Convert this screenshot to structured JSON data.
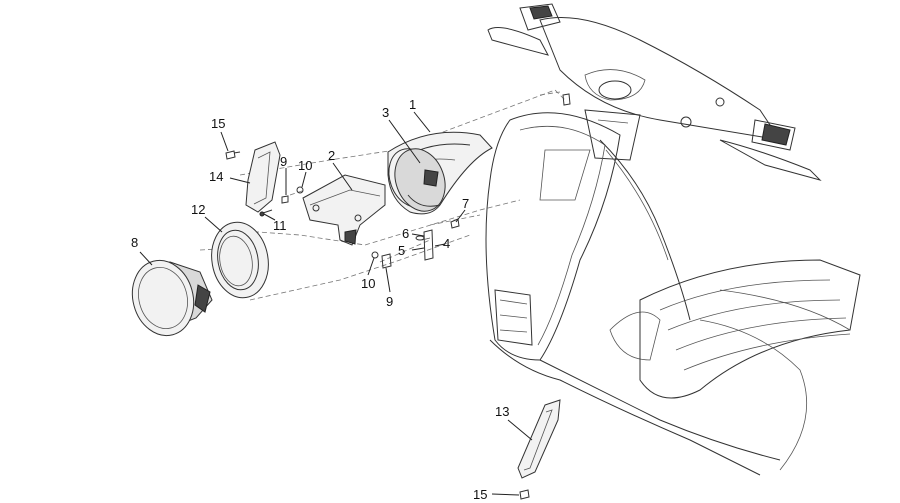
{
  "diagram": {
    "callouts": [
      {
        "id": "c1",
        "text": "1"
      },
      {
        "id": "c2",
        "text": "2"
      },
      {
        "id": "c3",
        "text": "3"
      },
      {
        "id": "c4",
        "text": "4"
      },
      {
        "id": "c5",
        "text": "5"
      },
      {
        "id": "c6",
        "text": "6"
      },
      {
        "id": "c7",
        "text": "7"
      },
      {
        "id": "c8",
        "text": "8"
      },
      {
        "id": "c9a",
        "text": "9"
      },
      {
        "id": "c9b",
        "text": "9"
      },
      {
        "id": "c10a",
        "text": "10"
      },
      {
        "id": "c10b",
        "text": "10"
      },
      {
        "id": "c11",
        "text": "11"
      },
      {
        "id": "c12",
        "text": "12"
      },
      {
        "id": "c13",
        "text": "13"
      },
      {
        "id": "c14",
        "text": "14"
      },
      {
        "id": "c15a",
        "text": "15"
      },
      {
        "id": "c15b",
        "text": "15"
      }
    ]
  }
}
